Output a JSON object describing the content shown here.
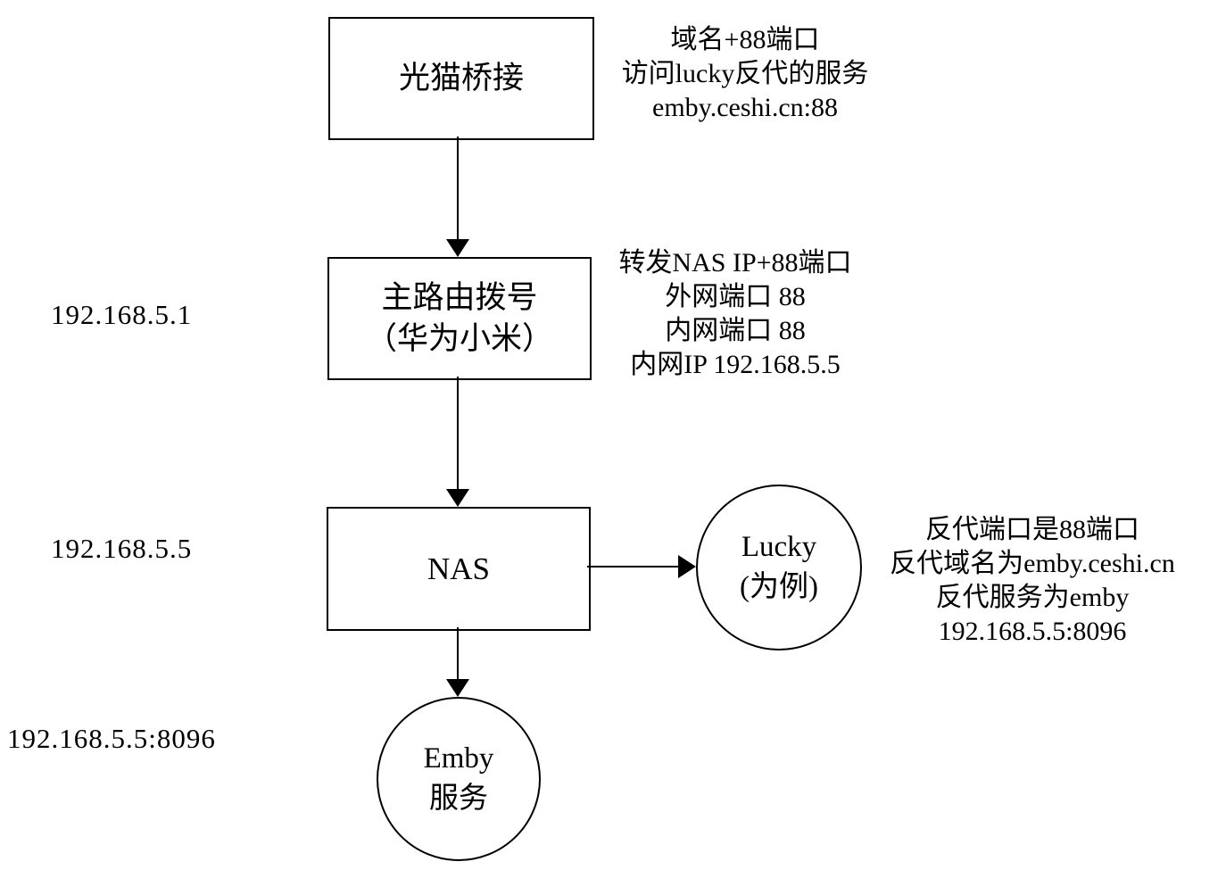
{
  "nodes": {
    "modem": {
      "label": "光猫桥接"
    },
    "router": {
      "lines": [
        "主路由拨号",
        "（华为小米）"
      ]
    },
    "nas": {
      "label": "NAS"
    },
    "lucky": {
      "lines": [
        "Lucky",
        "(为例)"
      ]
    },
    "emby": {
      "lines": [
        "Emby",
        "服务"
      ]
    }
  },
  "side_labels": {
    "router_ip": "192.168.5.1",
    "nas_ip": "192.168.5.5",
    "emby_address": "192.168.5.5:8096"
  },
  "notes": {
    "modem": [
      "域名+88端口",
      "访问lucky反代的服务",
      "emby.ceshi.cn:88"
    ],
    "router": [
      "转发NAS IP+88端口",
      "外网端口 88",
      "内网端口 88",
      "内网IP 192.168.5.5"
    ],
    "lucky": [
      "反代端口是88端口",
      "反代域名为emby.ceshi.cn",
      "反代服务为emby",
      "192.168.5.5:8096"
    ]
  },
  "colors": {
    "line": "#000000",
    "background": "#ffffff",
    "text": "#000000"
  }
}
